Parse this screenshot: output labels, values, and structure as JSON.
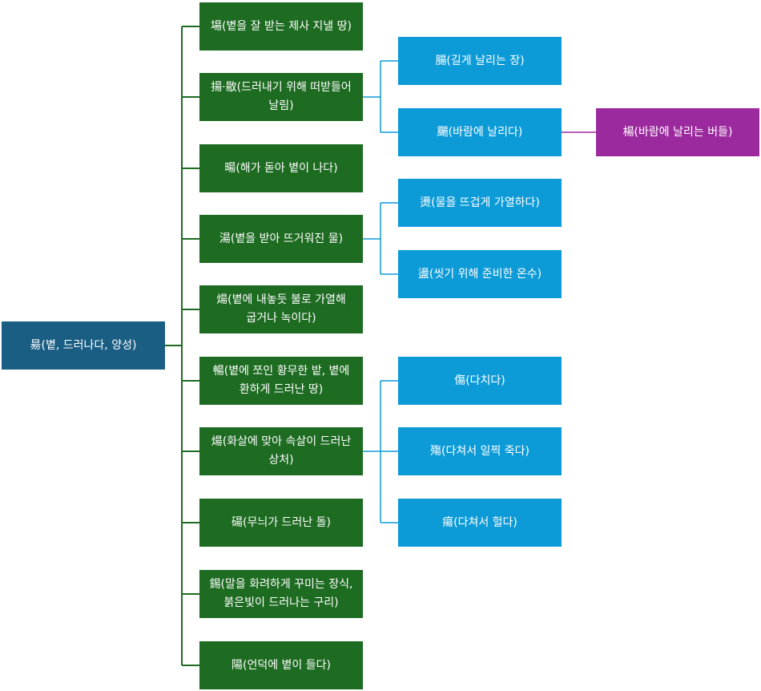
{
  "root": {
    "label": "昜(볕, 드러나다, 양성)"
  },
  "children": [
    {
      "label": "場(볕을 잘 받는 제사 지낼 땅)"
    },
    {
      "label": "揚·敭(드러내기 위해 떠받들어 날림)"
    },
    {
      "label": "暘(해가 돋아 볕이 나다)"
    },
    {
      "label": "湯(볕을 받아 뜨거워진 물)"
    },
    {
      "label": "煬(볕에 내놓듯 불로 가열해 굽거나 녹이다)"
    },
    {
      "label": "暢(볕에 쪼인 황무한 밭, 볕에 환하게 드러난 땅)"
    },
    {
      "label": "煬(화살에 맞아 속살이 드러난 상처)"
    },
    {
      "label": "碭(무늬가 드러난 돌)"
    },
    {
      "label": "錫(말을 화려하게 꾸미는 장식, 붉은빛이 드러나는 구리)"
    },
    {
      "label": "陽(언덕에 볕이 들다)"
    }
  ],
  "grandchildren": [
    {
      "label": "腸(길게 날리는 장)"
    },
    {
      "label": "颺(바람에 날리다)"
    },
    {
      "label": "燙(물을 뜨겁게 가열하다)"
    },
    {
      "label": "盪(씻기 위해 준비한 온수)"
    },
    {
      "label": "傷(다치다)"
    },
    {
      "label": "殤(다쳐서 일찍 죽다)"
    },
    {
      "label": "瘍(다쳐서 헐다)"
    }
  ],
  "great_grandchildren": [
    {
      "label": "楊(바람에 날리는 버들)"
    }
  ],
  "colors": {
    "root": "#1b5e84",
    "level1": "#1e6b22",
    "level2": "#0d9bd8",
    "level3": "#9c2a9f"
  }
}
